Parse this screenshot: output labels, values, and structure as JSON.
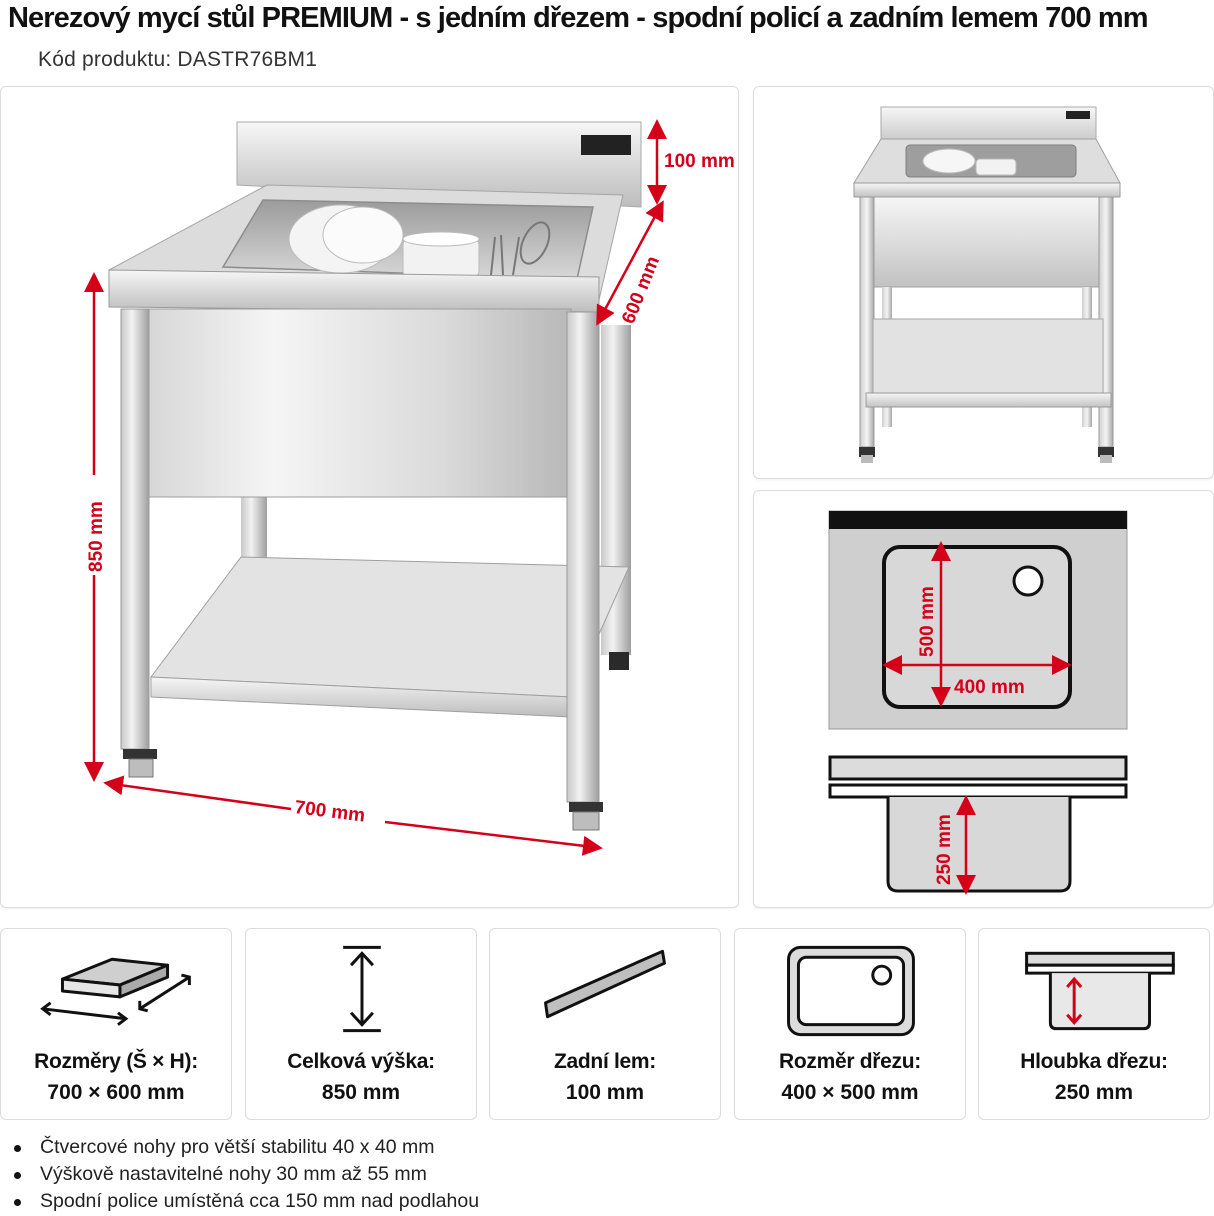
{
  "header": {
    "title": "Nerezový mycí stůl PREMIUM - s jedním dřezem - spodní policí a zadním lemem 700 mm",
    "code_label": "Kód produktu:",
    "code_value": "DASTR76BM1"
  },
  "dimensions": {
    "backsplash": "100 mm",
    "depth": "600 mm",
    "height": "850 mm",
    "width": "700 mm",
    "sink_depth_top": "500 mm",
    "sink_width_top": "400 mm",
    "sink_depth_side": "250 mm"
  },
  "specs": [
    {
      "icon": "dimensions-icon",
      "label": "Rozměry (Š × H):",
      "value": "700 × 600 mm"
    },
    {
      "icon": "height-icon",
      "label": "Celková výška:",
      "value": "850 mm"
    },
    {
      "icon": "backsplash-icon",
      "label": "Zadní lem:",
      "value": "100 mm"
    },
    {
      "icon": "sink-size-icon",
      "label": "Rozměr dřezu:",
      "value": "400 × 500 mm"
    },
    {
      "icon": "sink-depth-icon",
      "label": "Hloubka dřezu:",
      "value": "250 mm"
    }
  ],
  "features": [
    "Čtvercové nohy pro větší stabilitu 40 x 40 mm",
    "Výškově nastavitelné nohy 30 mm až 55 mm",
    "Spodní police umístěná cca 150 mm nad podlahou"
  ],
  "colors": {
    "accent": "#d4001a",
    "steel_light": "#e9e9e9",
    "steel_dark": "#8a8a8a",
    "border": "#dcdcdc"
  }
}
